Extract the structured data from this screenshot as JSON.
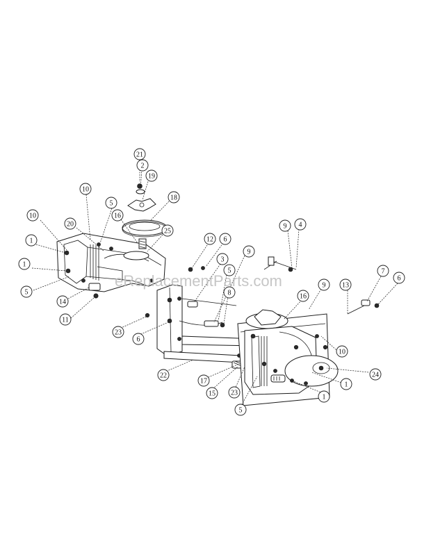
{
  "watermark": "eReplacementParts.com",
  "callouts": [
    {
      "id": "c21a",
      "label": "21"
    },
    {
      "id": "c2a",
      "label": "2"
    },
    {
      "id": "c19",
      "label": "19"
    },
    {
      "id": "c18",
      "label": "18"
    },
    {
      "id": "c10a",
      "label": "10"
    },
    {
      "id": "c5a",
      "label": "5"
    },
    {
      "id": "c16a",
      "label": "16"
    },
    {
      "id": "c10b",
      "label": "10"
    },
    {
      "id": "c20",
      "label": "20"
    },
    {
      "id": "c25",
      "label": "25"
    },
    {
      "id": "c1a",
      "label": "1"
    },
    {
      "id": "c1b",
      "label": "1"
    },
    {
      "id": "c5b",
      "label": "5"
    },
    {
      "id": "c14",
      "label": "14"
    },
    {
      "id": "c11",
      "label": "11"
    },
    {
      "id": "c12",
      "label": "12"
    },
    {
      "id": "c6a",
      "label": "6"
    },
    {
      "id": "c3",
      "label": "3"
    },
    {
      "id": "c9a",
      "label": "9"
    },
    {
      "id": "c5c",
      "label": "5"
    },
    {
      "id": "c8",
      "label": "8"
    },
    {
      "id": "c9b",
      "label": "9"
    },
    {
      "id": "c4",
      "label": "4"
    },
    {
      "id": "c7",
      "label": "7"
    },
    {
      "id": "c6b",
      "label": "6"
    },
    {
      "id": "c13",
      "label": "13"
    },
    {
      "id": "c9c",
      "label": "9"
    },
    {
      "id": "c16b",
      "label": "16"
    },
    {
      "id": "c10c",
      "label": "10"
    },
    {
      "id": "c24",
      "label": "24"
    },
    {
      "id": "c1c",
      "label": "1"
    },
    {
      "id": "c1d",
      "label": "1"
    },
    {
      "id": "c23a",
      "label": "23"
    },
    {
      "id": "c6c",
      "label": "6"
    },
    {
      "id": "c22",
      "label": "22"
    },
    {
      "id": "c17",
      "label": "17"
    },
    {
      "id": "c15",
      "label": "15"
    },
    {
      "id": "c23b",
      "label": "23"
    },
    {
      "id": "c5d",
      "label": "5"
    }
  ]
}
